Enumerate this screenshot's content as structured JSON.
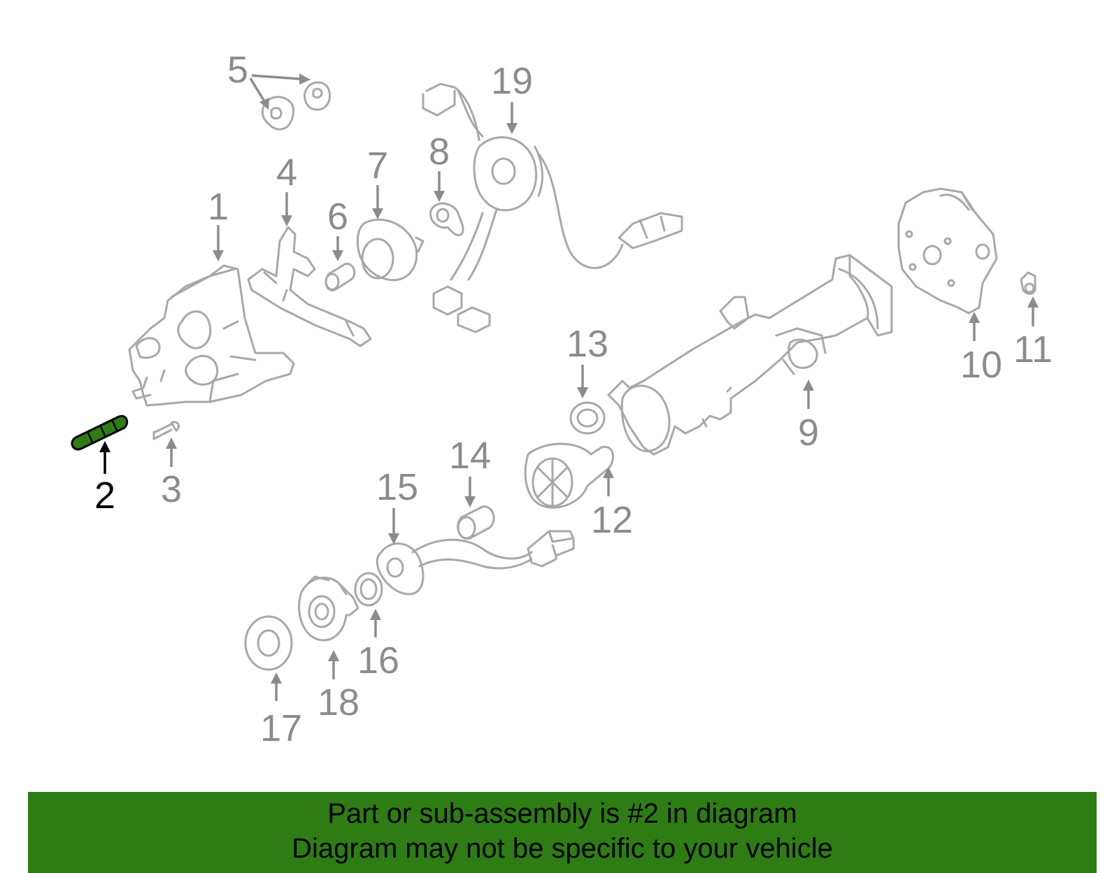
{
  "diagram": {
    "highlight_color": "#2e7d14",
    "callouts": [
      "1",
      "2",
      "3",
      "4",
      "5",
      "6",
      "7",
      "8",
      "9",
      "10",
      "11",
      "12",
      "13",
      "14",
      "15",
      "16",
      "17",
      "18",
      "19"
    ],
    "highlighted_callout": "2"
  },
  "banner": {
    "line1": "Part or sub-assembly is #2 in diagram",
    "line2": "Diagram may not be specific to your vehicle",
    "background_color": "#2e7d14"
  }
}
